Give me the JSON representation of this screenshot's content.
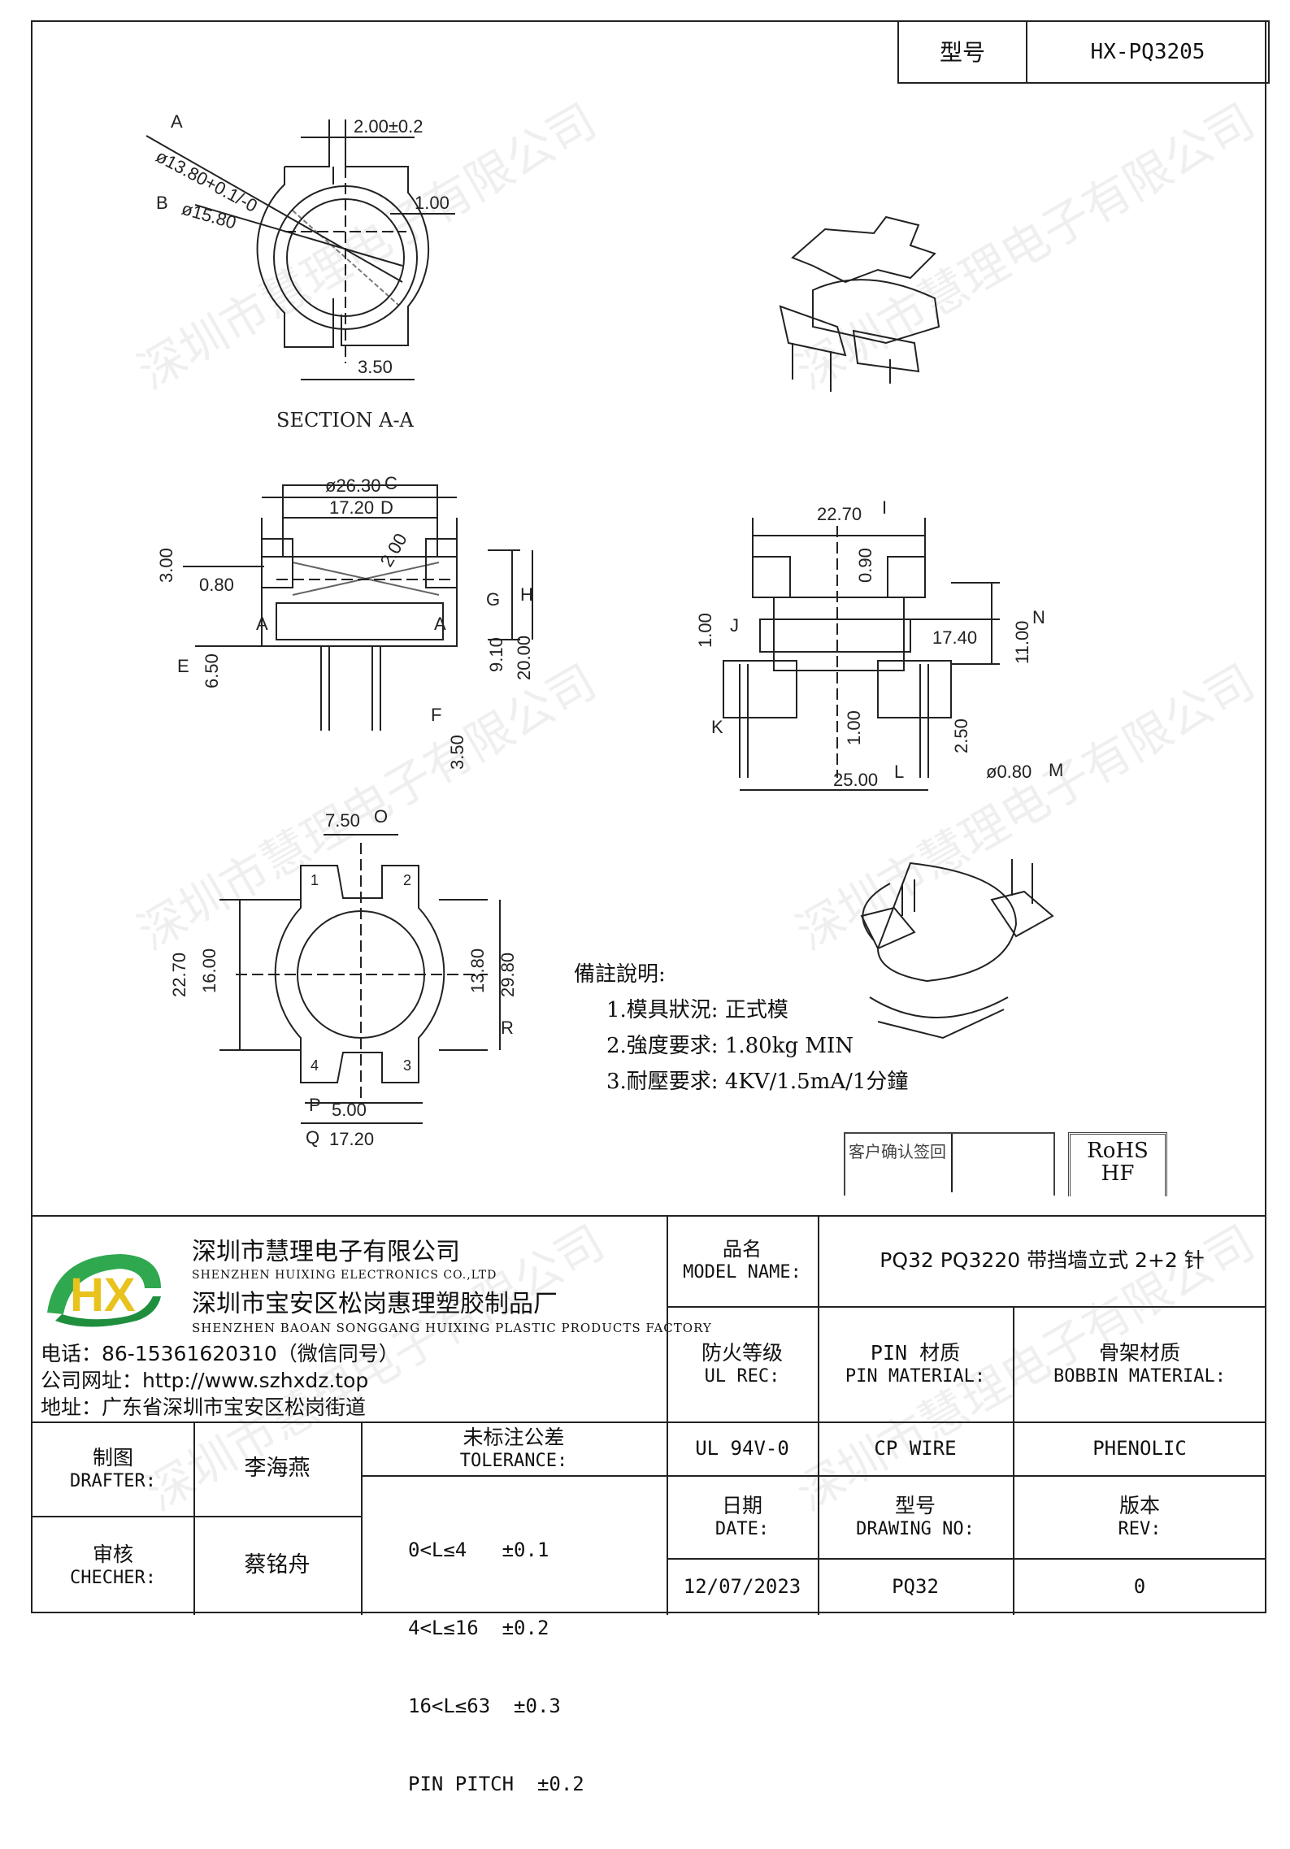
{
  "header": {
    "model_label": "型号",
    "model_value": "HX-PQ3205"
  },
  "drawing": {
    "section_label": "SECTION A-A",
    "dims": {
      "A": "A",
      "B": "B",
      "C": "C",
      "D": "D",
      "E": "E",
      "F": "F",
      "G": "G",
      "H": "H",
      "I": "I",
      "J": "J",
      "K": "K",
      "L": "L",
      "M": "M",
      "N": "N",
      "O": "O",
      "P": "P",
      "Q": "Q",
      "R": "R",
      "phi13": "ø13.80+0.1/-0",
      "phi15": "ø15.80",
      "d200": "2.00±0.2",
      "d100": "1.00",
      "d350": "3.50",
      "phi26": "ø26.30",
      "d1720": "17.20",
      "d300": "3.00",
      "d080": "0.80",
      "d2": "2.00",
      "d910": "9.10",
      "d2000": "20.00",
      "d650": "6.50",
      "d350b": "3.50",
      "d2270": "22.70",
      "d090": "0.90",
      "d100b": "1.00",
      "d1740": "17.40",
      "d1100": "11.00",
      "d100c": "1.00",
      "d250": "2.50",
      "d2500": "25.00",
      "phi080": "ø0.80",
      "d750": "7.50",
      "d2270b": "22.70",
      "d1600": "16.00",
      "d1380": "13.80",
      "d2980": "29.80",
      "d500": "5.00",
      "d1720b": "17.20",
      "secA": "A",
      "secA2": "A",
      "pin1": "1",
      "pin2": "2",
      "pin3": "3",
      "pin4": "4"
    }
  },
  "notes": {
    "title": "備註說明:",
    "items": [
      "1.模具狀況: 正式模",
      "2.強度要求: 1.80kg MIN",
      "3.耐壓要求: 4KV/1.5mA/1分鐘"
    ]
  },
  "stamp": {
    "confirm": "客户确认签回",
    "rohs": "RoHS",
    "hf": "HF"
  },
  "company": {
    "name_cn": "深圳市慧理电子有限公司",
    "name_en": "SHENZHEN HUIXING ELECTRONICS CO.,LTD",
    "factory_cn": "深圳市宝安区松岗惠理塑胶制品厂",
    "factory_en": "SHENZHEN BAOAN SONGGANG HUIXING PLASTIC PRODUCTS FACTORY",
    "phone": "电话：86-15361620310（微信同号）",
    "web": "公司网址：http://www.szhxdz.top",
    "address": "地址：广东省深圳市宝安区松岗街道",
    "logo_text": "HX"
  },
  "watermark": "深圳市慧理电子有限公司",
  "title_block": {
    "model_name_cn": "品名",
    "model_name_en": "MODEL NAME:",
    "model_name_value": "PQ32 PQ3220 带挡墙立式 2+2 针",
    "ul_cn": "防火等级",
    "ul_en": "UL REC:",
    "pin_cn": "PIN 材质",
    "pin_en": "PIN MATERIAL:",
    "bobbin_cn": "骨架材质",
    "bobbin_en": "BOBBIN MATERIAL:",
    "ul_value": "UL 94V-0",
    "pin_value": "CP WIRE",
    "bobbin_value": "PHENOLIC",
    "drafter_cn": "制图",
    "drafter_en": "DRAFTER:",
    "drafter_name": "李海燕",
    "checker_cn": "审核",
    "checker_en": "CHECHER:",
    "checker_name": "蔡铭舟",
    "tol_cn": "未标注公差",
    "tol_en": "TOLERANCE:",
    "tol_lines": [
      "0<L≤4   ±0.1",
      "4<L≤16  ±0.2",
      "16<L≤63  ±0.3",
      "PIN PITCH  ±0.2"
    ],
    "date_cn": "日期",
    "date_en": "DATE:",
    "drawno_cn": "型号",
    "drawno_en": "DRAWING NO:",
    "rev_cn": "版本",
    "rev_en": "REV:",
    "date_value": "12/07/2023",
    "drawno_value": "PQ32",
    "rev_value": "0"
  }
}
